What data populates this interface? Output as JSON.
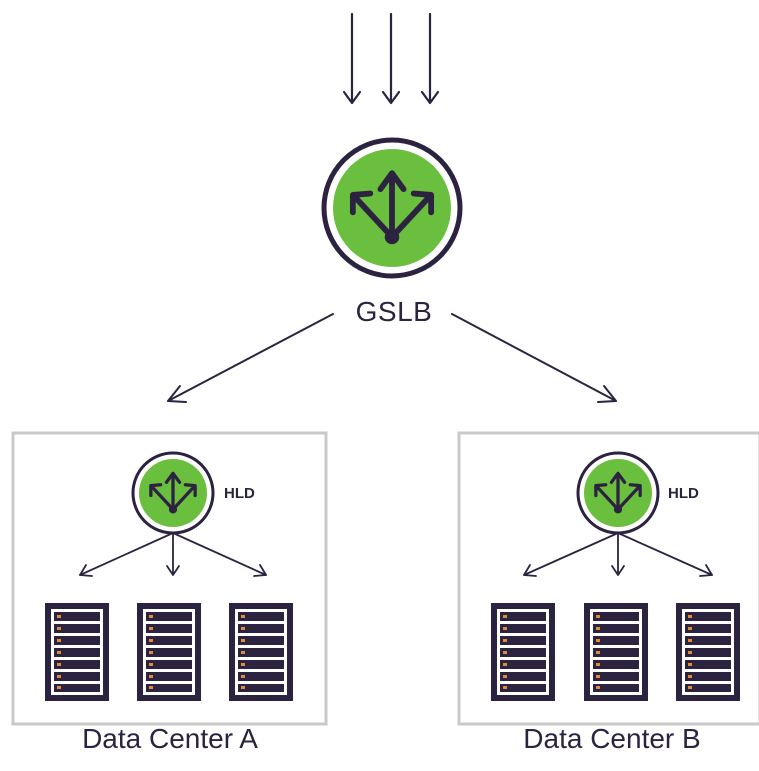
{
  "colors": {
    "stroke": "#2b2340",
    "node_green": "#6bbf3e",
    "box_border": "#c9c9c9",
    "led": "#e08a3c",
    "background": "#ffffff"
  },
  "icons": {
    "balancer": "fan-out-arrows-icon",
    "server": "server-rack-icon"
  },
  "gslb": {
    "label": "GSLB"
  },
  "data_centers": [
    {
      "hld_label": "HLD",
      "name": "Data Center A",
      "servers": 3
    },
    {
      "hld_label": "HLD",
      "name": "Data Center B",
      "servers": 3
    }
  ]
}
